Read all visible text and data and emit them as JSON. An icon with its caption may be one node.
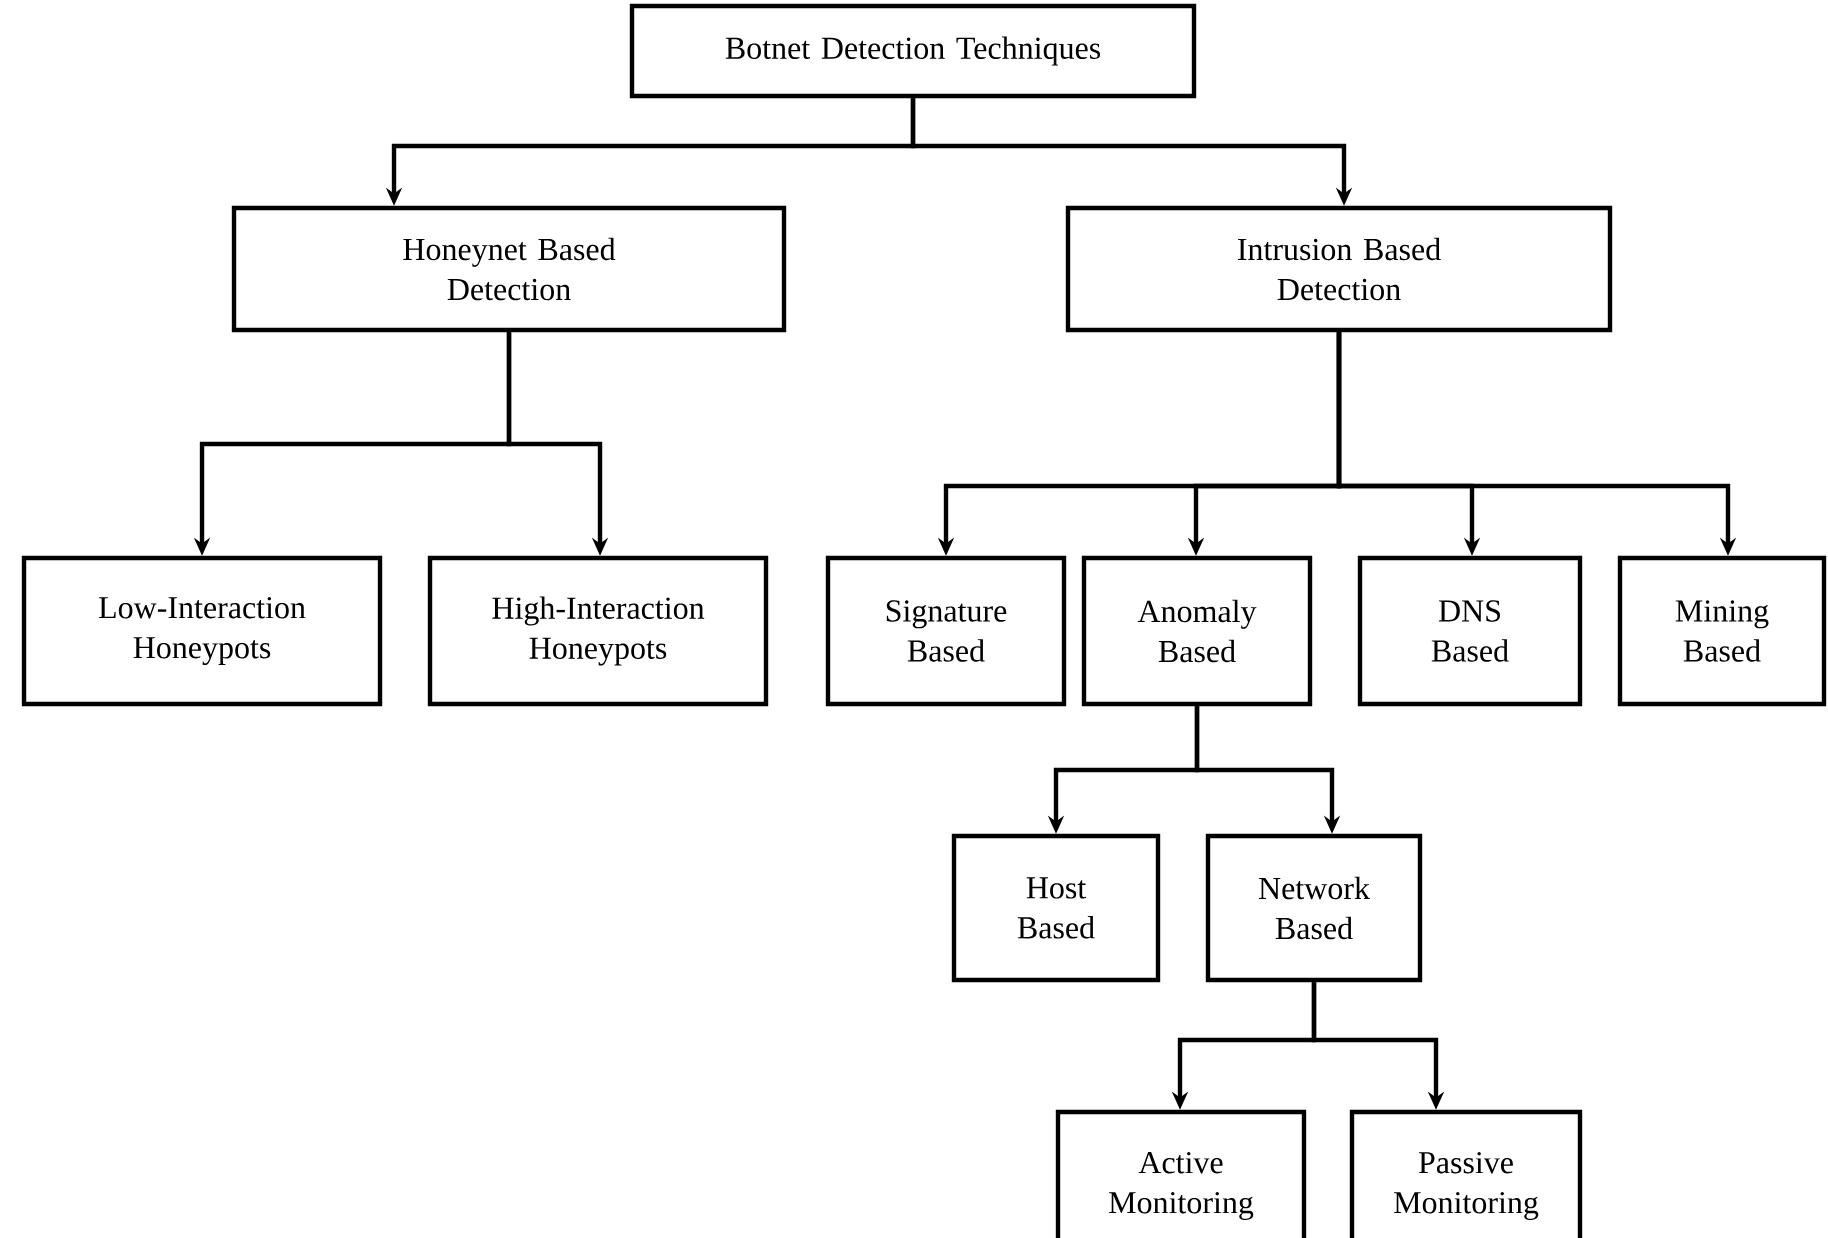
{
  "diagram": {
    "nodes": [
      {
        "text": [
          "Botnet Detection Techniques"
        ]
      },
      {
        "text": [
          "Honeynet Based Detection"
        ]
      },
      {
        "text": [
          "Intrusion Based Detection"
        ]
      },
      {
        "text": [
          "Low-Interaction Honeypots"
        ]
      },
      {
        "text": [
          "High-Interaction Honeypots"
        ]
      },
      {
        "text": [
          "Signature Based"
        ]
      },
      {
        "text": [
          "Anomaly Based"
        ]
      },
      {
        "text": [
          "DNS Based"
        ]
      },
      {
        "text": [
          "Mining Based"
        ]
      },
      {
        "text": [
          "Host Based"
        ]
      },
      {
        "text": [
          "Network Based"
        ]
      },
      {
        "text": [
          "Active Monitoring"
        ]
      },
      {
        "text": [
          "Passive Monitoring"
        ]
      }
    ],
    "edges": [
      {
        "from": 0,
        "to": 1,
        "arrow": "to"
      },
      {
        "from": 0,
        "to": 2,
        "arrow": "to"
      },
      {
        "from": 1,
        "to": 3,
        "arrow": "to"
      },
      {
        "from": 1,
        "to": 4,
        "arrow": "to"
      },
      {
        "from": 2,
        "to": 5,
        "arrow": "to"
      },
      {
        "from": 2,
        "to": 6,
        "arrow": "to"
      },
      {
        "from": 2,
        "to": 7,
        "arrow": "to"
      },
      {
        "from": 2,
        "to": 8,
        "arrow": "to"
      },
      {
        "from": 6,
        "to": 9,
        "arrow": "to"
      },
      {
        "from": 6,
        "to": 10,
        "arrow": "to"
      },
      {
        "from": 10,
        "to": 11,
        "arrow": "to"
      },
      {
        "from": 10,
        "to": 12,
        "arrow": "to"
      }
    ]
  }
}
